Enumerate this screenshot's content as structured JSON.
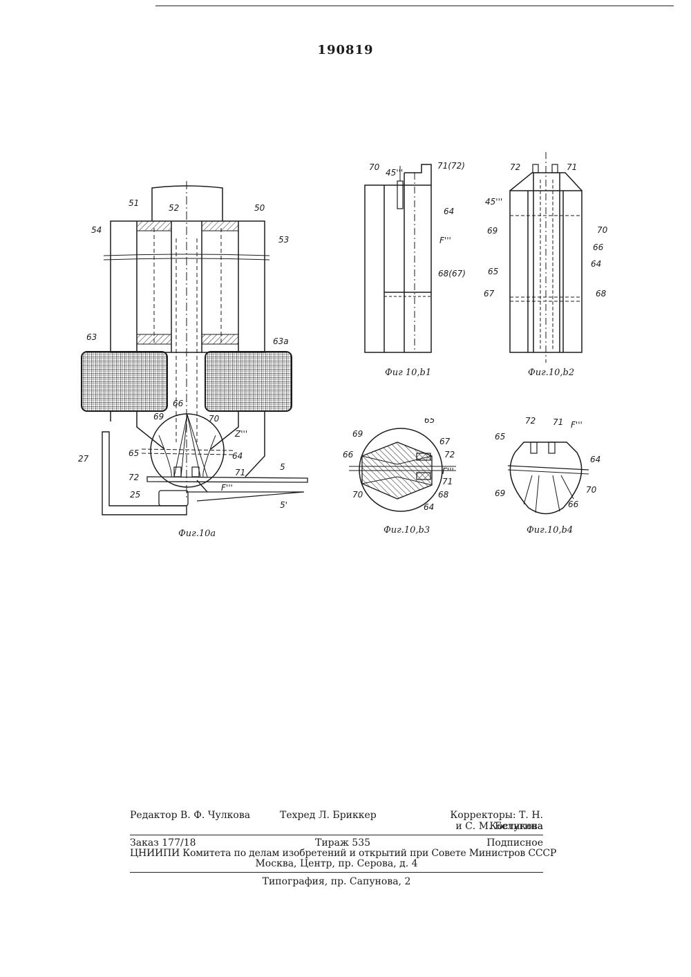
{
  "header": {
    "patent_number": "190819"
  },
  "figures": {
    "fig_10a": {
      "caption": "Фиг.10а",
      "labels": {
        "l51": "51",
        "l52": "52",
        "l50": "50",
        "l54": "54",
        "l53": "53",
        "l63": "63",
        "l63a": "63а",
        "l66": "66",
        "l69": "69",
        "l70": "70",
        "lZ": "Z'''",
        "l65": "65",
        "l64": "64",
        "l27": "27",
        "l72": "72",
        "l71": "71",
        "l5": "5",
        "lF": "F'''",
        "l25": "25",
        "l5p": "5'"
      }
    },
    "fig_10b1": {
      "caption": "Фиг 10,b1",
      "labels": {
        "l70": "70",
        "l45": "45'''",
        "l71_72": "71(72)",
        "l64": "64",
        "lF": "F'''",
        "l68_67": "68(67)"
      }
    },
    "fig_10b2": {
      "caption": "Фиг.10,b2",
      "labels": {
        "l72": "72",
        "l71": "71",
        "l45": "45'''",
        "l69": "69",
        "l70": "70",
        "l66": "66",
        "l65": "65",
        "l64": "64",
        "l67": "67",
        "l68": "68"
      }
    },
    "fig_10b3": {
      "caption": "Фиг.10,b3",
      "labels": {
        "l69": "69",
        "l65": "65",
        "l67": "67",
        "l66": "66",
        "l72": "72",
        "lF": "F'''",
        "l71": "71",
        "l70": "70",
        "l68": "68",
        "l64": "64"
      }
    },
    "fig_10b4": {
      "caption": "Фиг.10,b4",
      "labels": {
        "l72": "72",
        "l71": "71",
        "lF": "F'''",
        "l65": "65",
        "l64": "64",
        "l69": "69",
        "l70": "70",
        "l66": "66"
      }
    }
  },
  "footer": {
    "editor": "Редактор В. Ф. Чулкова",
    "techred": "Техред Л. Бриккер",
    "correctors_1": "Корректоры: Т. Н. Костикова",
    "correctors_2": "и С. М. Белугина",
    "order": "Заказ 177/18",
    "print_run": "Тираж 535",
    "subscription": "Подписное",
    "institute": "ЦНИИПИ Комитета по делам изобретений и открытий при Совете Министров СССР",
    "address": "Москва, Центр, пр. Серова, д. 4",
    "printing_house": "Типография, пр. Сапунова, 2"
  }
}
